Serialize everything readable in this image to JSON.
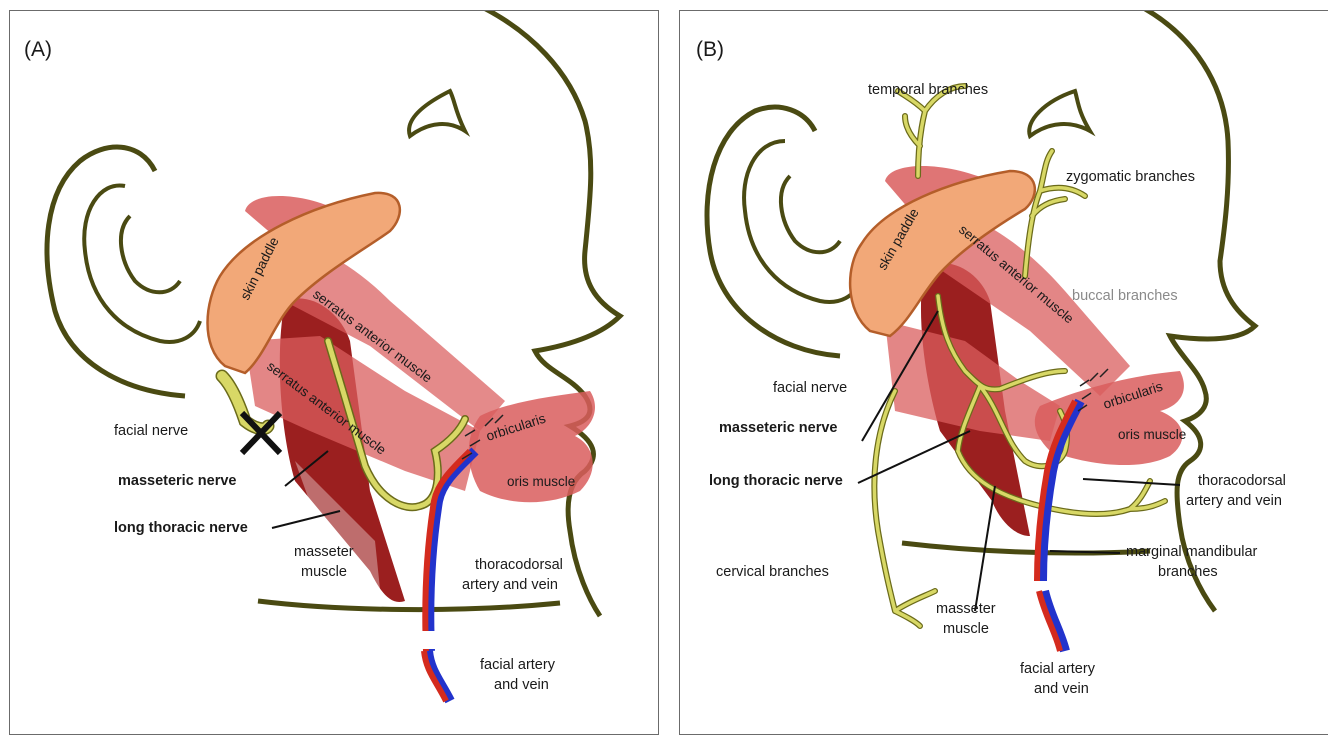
{
  "colors": {
    "outline": "#4a4a12",
    "nerve": "#d8d866",
    "muscle_dark": "#9b1f1f",
    "muscle_light": "#d95d5d",
    "skin": "#f2a878",
    "artery": "#d42b1e",
    "vein": "#2233cc"
  },
  "panel_a": {
    "label": "(A)",
    "labels": {
      "skin_paddle": "skin paddle",
      "serratus_1": "serratus anterior muscle",
      "serratus_2": "serratus anterior muscle",
      "orbicularis": "orbicularis",
      "oris_muscle": "oris muscle",
      "facial_nerve": "facial nerve",
      "masseteric_nerve": "masseteric nerve",
      "long_thoracic_nerve": "long thoracic nerve",
      "masseter_1": "masseter",
      "masseter_2": "muscle",
      "thoracodorsal_1": "thoracodorsal",
      "thoracodorsal_2": "artery and vein",
      "facial_artery_1": "facial artery",
      "facial_artery_2": "and vein"
    }
  },
  "panel_b": {
    "label": "(B)",
    "labels": {
      "temporal": "temporal branches",
      "zygomatic": "zygomatic branches",
      "buccal": "buccal branches",
      "skin_paddle": "skin paddle",
      "serratus": "serratus anterior muscle",
      "orbicularis": "orbicularis",
      "oris_muscle": "oris muscle",
      "facial_nerve": "facial nerve",
      "masseteric_nerve": "masseteric nerve",
      "long_thoracic_nerve": "long thoracic nerve",
      "thoracodorsal_1": "thoracodorsal",
      "thoracodorsal_2": "artery and vein",
      "marginal_1": "marginal mandibular",
      "marginal_2": "branches",
      "cervical": "cervical branches",
      "masseter_1": "masseter",
      "masseter_2": "muscle",
      "facial_artery_1": "facial artery",
      "facial_artery_2": "and vein"
    }
  }
}
